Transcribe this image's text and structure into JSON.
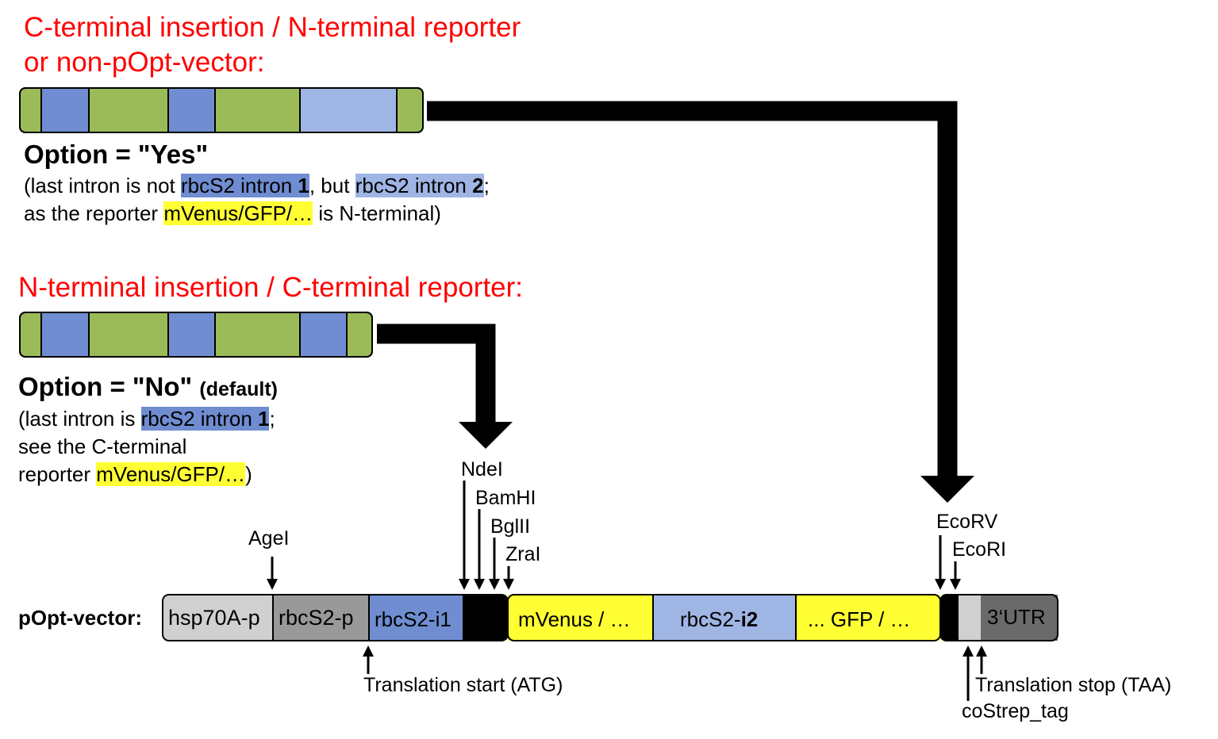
{
  "yes_block": {
    "heading_line1": "C-terminal insertion / N-terminal reporter",
    "heading_line2": "or non-pOpt-vector:",
    "option_text": "Option = \"Yes\"",
    "desc_l1_a": "(last intron is not ",
    "desc_l1_hl1": "rbcS2 intron ",
    "desc_l1_hl1_b": "1",
    "desc_l1_b": ", but ",
    "desc_l1_hl2": "rbcS2 intron ",
    "desc_l1_hl2_b": "2",
    "desc_l1_c": ";",
    "desc_l2_a": "as the reporter ",
    "desc_l2_hl": "mVenus/GFP/…",
    "desc_l2_b": " is N-terminal)"
  },
  "no_block": {
    "heading": "N-terminal insertion / C-terminal reporter:",
    "option_text": "Option = \"No\"",
    "option_default": "(default)",
    "desc_l1_a": "(last intron is ",
    "desc_l1_hl": "rbcS2 intron ",
    "desc_l1_hl_b": "1",
    "desc_l1_b": ";",
    "desc_l2": "see the C-terminal",
    "desc_l3_a": "reporter ",
    "desc_l3_hl": "mVenus/GFP/…",
    "desc_l3_b": ")"
  },
  "vector": {
    "label": "pOpt-vector:",
    "segments": {
      "hsp70a": "hsp70A-p",
      "rbcs2p": "rbcS2-p",
      "rbcs2i1": "rbcS2-i1",
      "mvenus": "mVenus / …",
      "rbcs2i2_a": "rbcS2-",
      "rbcs2i2_b": "i2",
      "gfp": "... GFP / …",
      "utr": "3‘UTR"
    },
    "sites": {
      "agei": "AgeI",
      "ndei": "NdeI",
      "bamhi": "BamHI",
      "bglii": "BglII",
      "zrai": "ZraI",
      "ecorv": "EcoRV",
      "ecori": "EcoRI"
    },
    "translation_start": "Translation start (ATG)",
    "translation_stop": "Translation stop (TAA)",
    "costrep": "coStrep_tag"
  },
  "colors": {
    "green": "#9bbb59",
    "blue": "#6f8dd0",
    "light_blue": "#9fb5e4",
    "yellow": "#ffff33",
    "light_gray": "#d0d0d0",
    "mid_gray": "#999999",
    "dark_gray": "#6a6a6a",
    "heading_red": "#ff0000"
  }
}
